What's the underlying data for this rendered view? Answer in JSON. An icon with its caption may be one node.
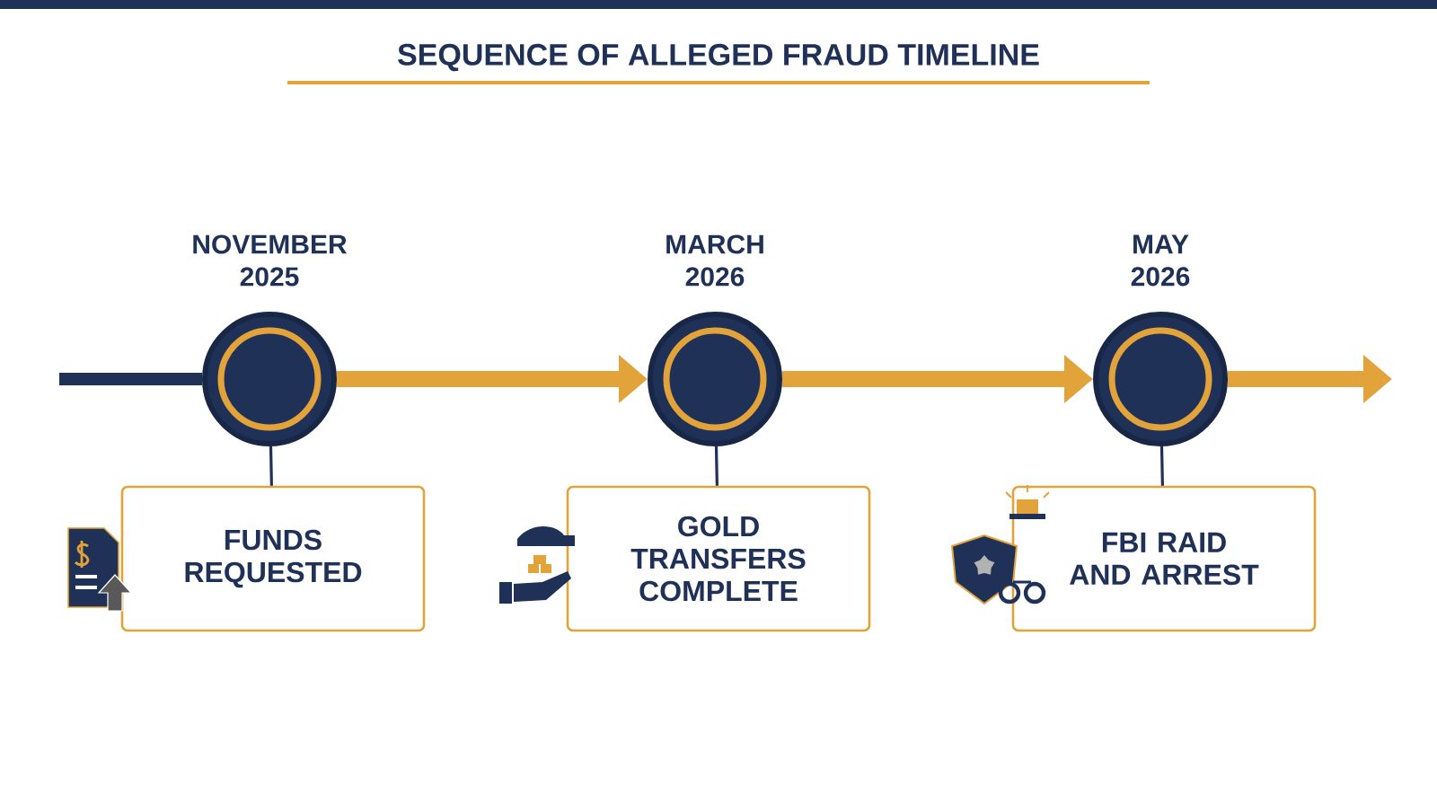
{
  "diagram": {
    "title": "SEQUENCE OF ALLEGED FRAUD TIMELINE",
    "nodes": [
      {
        "text": [],
        "shape": "circle",
        "beside": [
          "NOVEMBER 2025"
        ]
      },
      {
        "text": [],
        "shape": "circle",
        "beside": [
          "MARCH 2026"
        ]
      },
      {
        "text": [],
        "shape": "circle",
        "beside": [
          "MAY 2026"
        ]
      },
      {
        "text": [
          "FUNDS REQUESTED"
        ]
      },
      {
        "text": [
          "GOLD TRANSFERS COMPLETE"
        ]
      },
      {
        "text": [
          "FBI RAID AND ARREST"
        ]
      }
    ],
    "edges": [
      {
        "from": null,
        "to": 0,
        "arrow": "none"
      },
      {
        "from": 0,
        "to": 1,
        "arrow": "to",
        "color": "#e3a33b"
      },
      {
        "from": 1,
        "to": 2,
        "arrow": "to",
        "color": "#e3a33b"
      },
      {
        "from": 2,
        "to": null,
        "arrow": "to",
        "color": "#e3a33b"
      },
      {
        "from": 0,
        "to": 3,
        "arrow": "none"
      },
      {
        "from": 1,
        "to": 4,
        "arrow": "none"
      },
      {
        "from": 2,
        "to": 5,
        "arrow": "none"
      }
    ]
  }
}
